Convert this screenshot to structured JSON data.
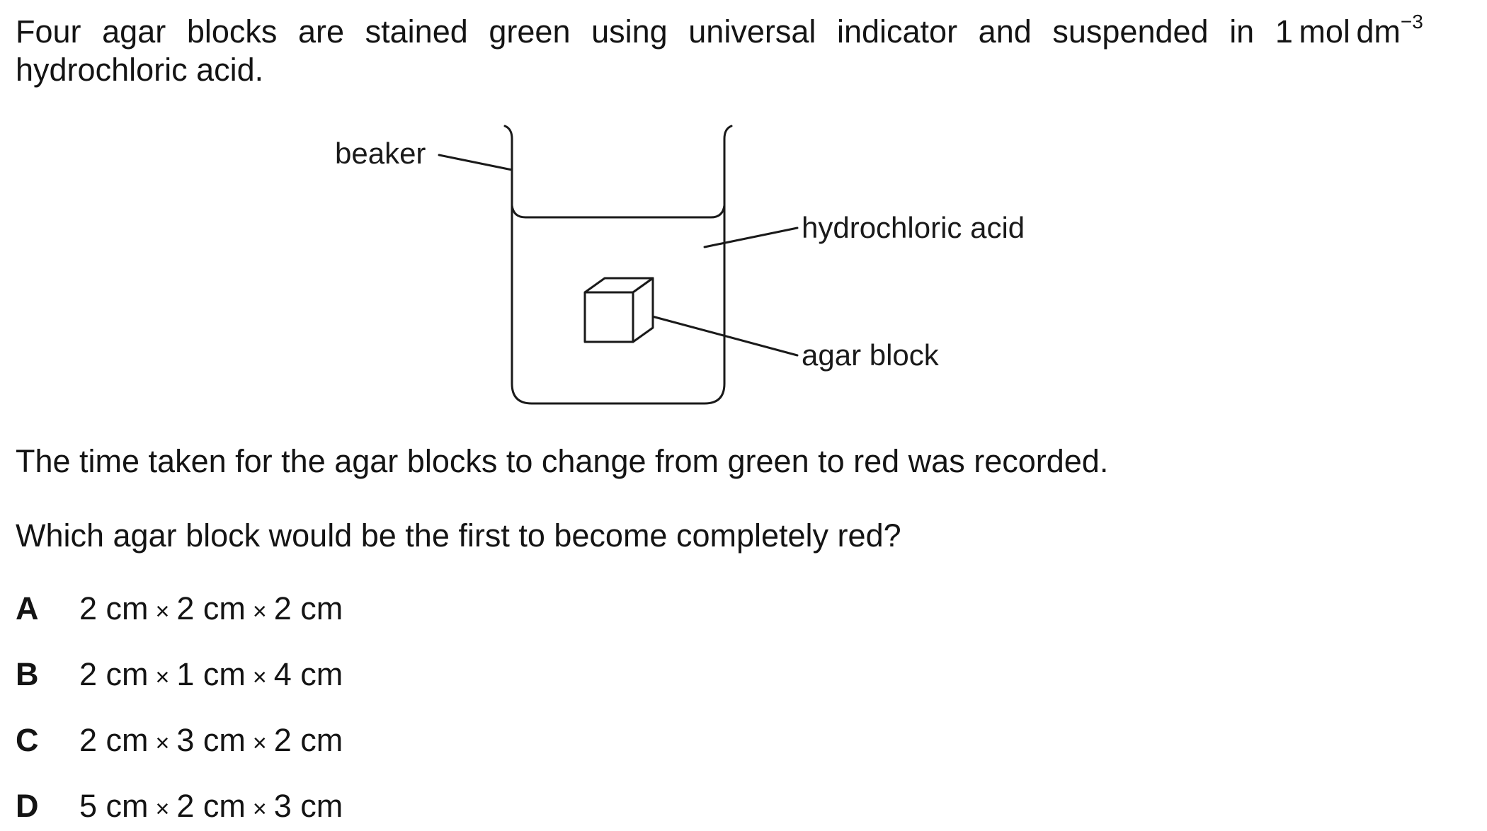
{
  "intro": {
    "line1_words": [
      "Four",
      "agar",
      "blocks",
      "are",
      "stained",
      "green",
      "using",
      "universal",
      "indicator",
      "and",
      "suspended",
      "in"
    ],
    "concentration_unit": "1 mol dm",
    "concentration_exponent": "−3",
    "line2": "hydrochloric acid."
  },
  "diagram": {
    "labels": {
      "beaker": "beaker",
      "acid": "hydrochloric acid",
      "block": "agar block"
    }
  },
  "statement": "The time taken for the agar blocks to change from green to red was recorded.",
  "question": "Which agar block would be the first to become completely red?",
  "times_symbol": "×",
  "options": [
    {
      "letter": "A",
      "dims": [
        "2 cm",
        "2 cm",
        "2 cm"
      ]
    },
    {
      "letter": "B",
      "dims": [
        "2 cm",
        "1 cm",
        "4 cm"
      ]
    },
    {
      "letter": "C",
      "dims": [
        "2 cm",
        "3 cm",
        "2 cm"
      ]
    },
    {
      "letter": "D",
      "dims": [
        "5 cm",
        "2 cm",
        "3 cm"
      ]
    }
  ]
}
